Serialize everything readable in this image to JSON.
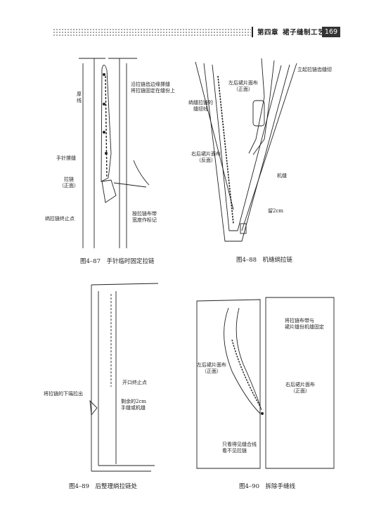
{
  "header": {
    "chapter": "第四章",
    "title": "裙子缝制工艺",
    "page_number": "169"
  },
  "fig87": {
    "caption": "图4–87　手针临时固定拉链",
    "label_stitch_line": "沿拉链齿边缘摞缝\n将拉链固定在缝份上",
    "label_thick_thread": "厚\n线",
    "label_hand_stitch": "手针摞缝",
    "label_zipper": "拉链\n（正面）",
    "label_end_point": "绱拉链终止点",
    "label_mark": "按拉链布带\n宽度作标记"
  },
  "fig88": {
    "caption": "图4–88　机缝绱拉链",
    "label_raise": "立起拉链齿缝纫",
    "label_left_back": "左后裙片面布\n（正面）",
    "label_sew_line": "绱缝拉链的\n缝纫线",
    "label_right_back": "右后裙片面布\n（反面）",
    "label_machine": "机缝",
    "label_leave": "留2cm"
  },
  "fig89": {
    "caption": "图4–89　后整理绱拉链处",
    "label_opening": "开口终止点",
    "label_pull": "将拉链的下端拉出",
    "label_remaining": "剩余的2cm\n手缝或机缝"
  },
  "fig90": {
    "caption": "图4–90　拆除手缝线",
    "label_fix": "将拉链布带与\n裙片缝份机缝固定",
    "label_left_back": "左后裙片面布\n（正面）",
    "label_right_back": "右后裙片面布\n（正面）",
    "label_only_see": "只看得见缝合线\n看不见拉链"
  }
}
